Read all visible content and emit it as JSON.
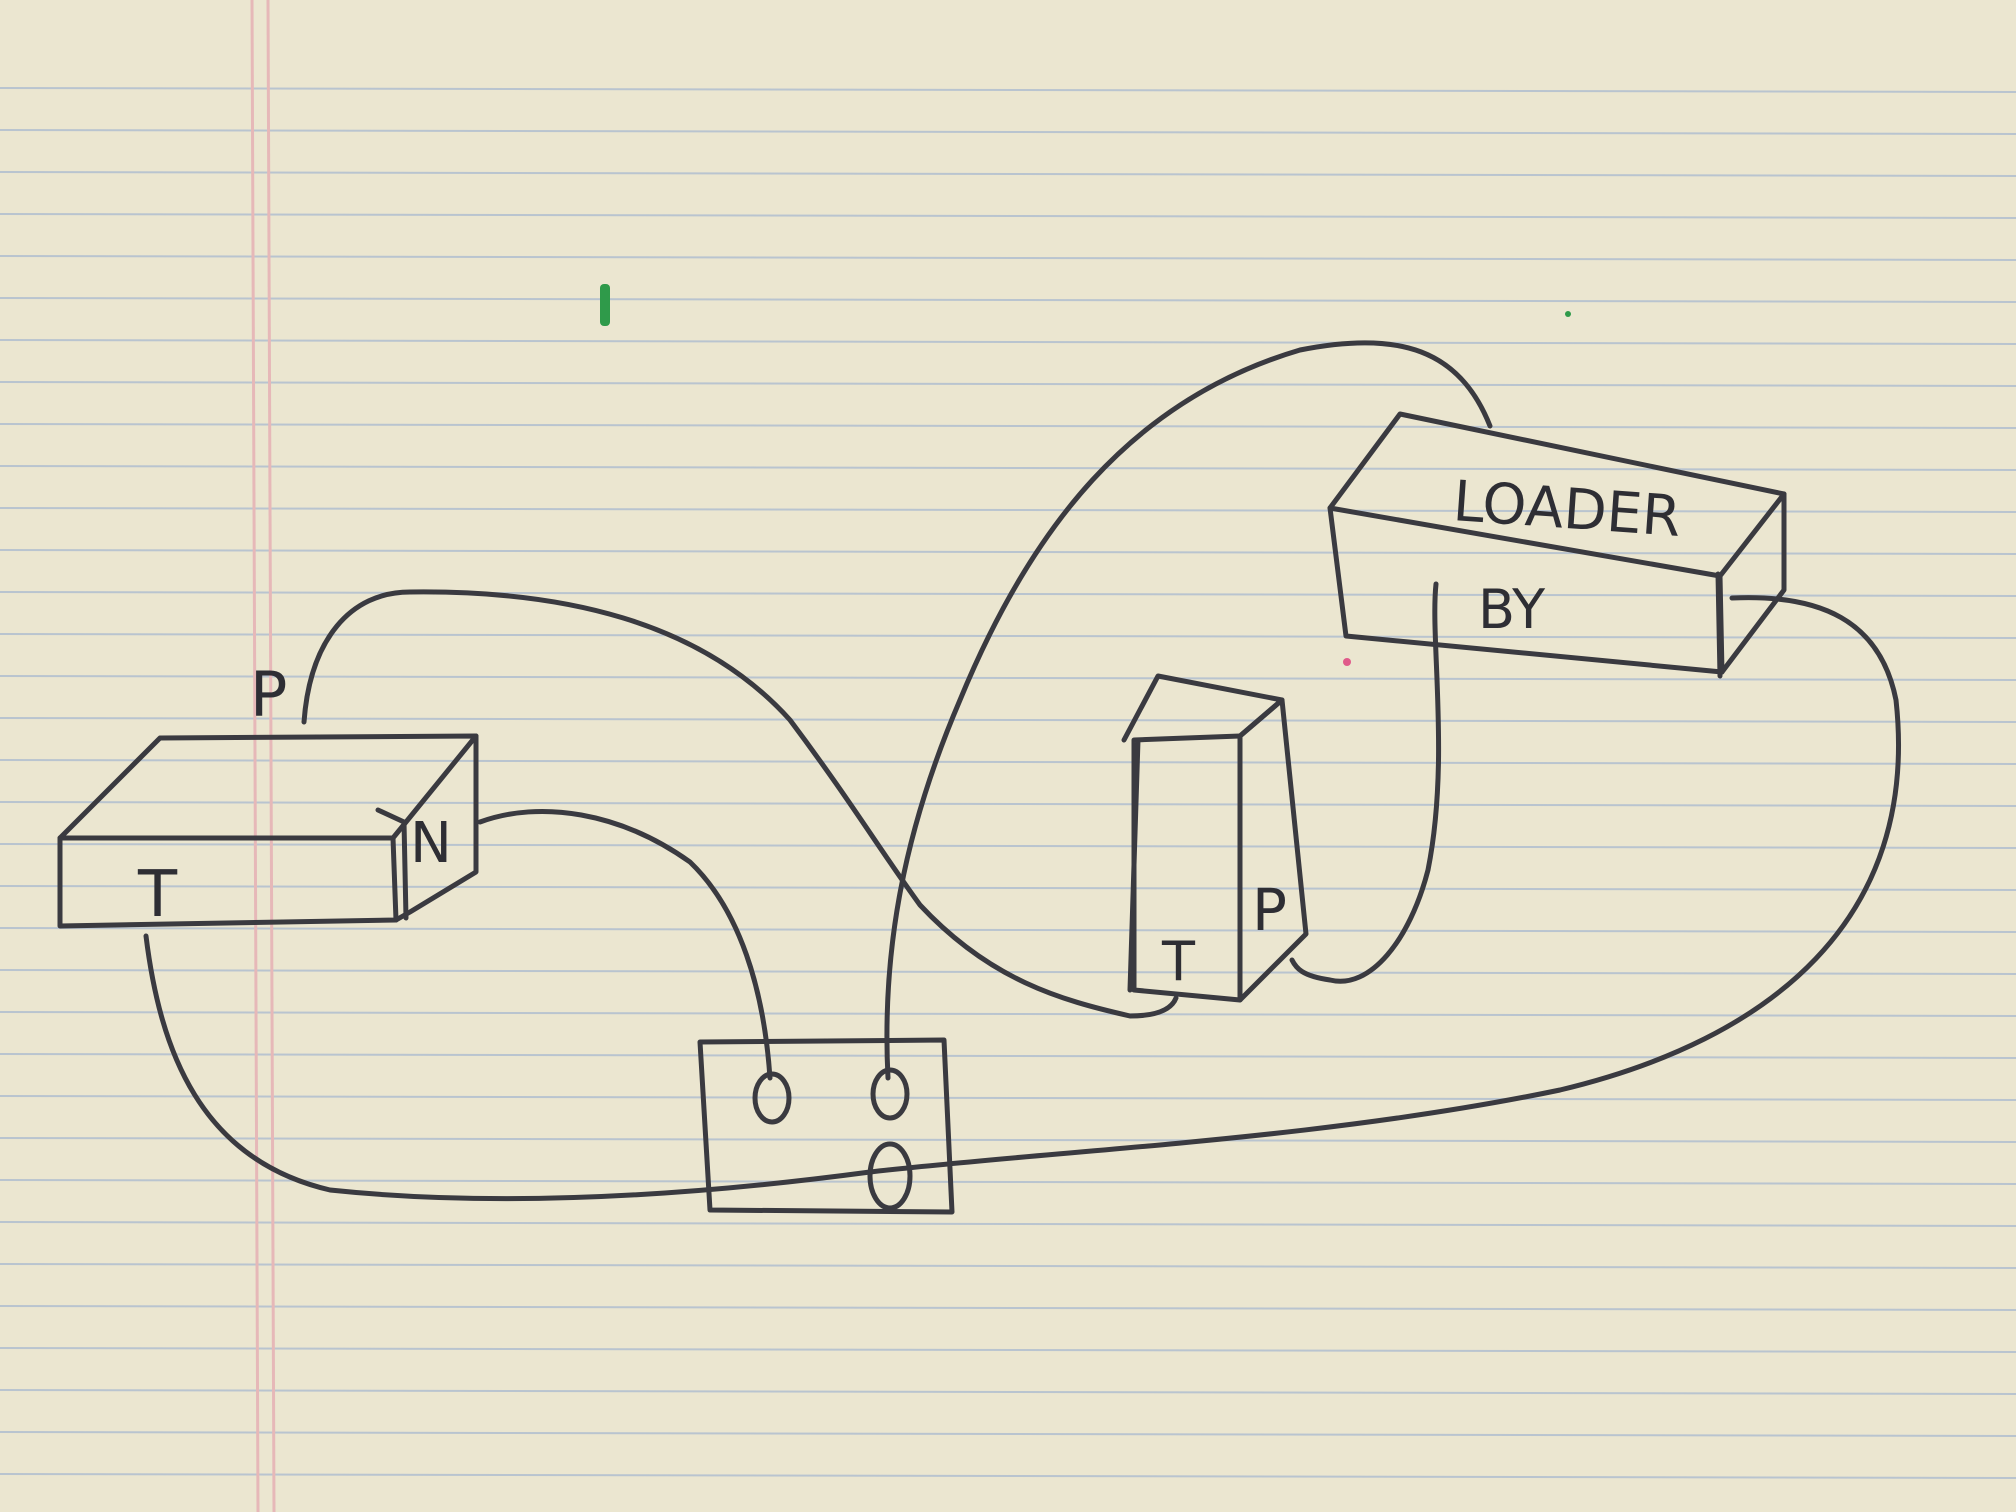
{
  "colors": {
    "paper": "#ebe6d0",
    "rule_line": "#b9c4cf",
    "margin_line": "#e6b8b8",
    "ink": "#3a3a40",
    "green_mark": "#2f9a4a",
    "pink_mark": "#e05a8a"
  },
  "left_box": {
    "top_label": "P",
    "front_label": "T",
    "side_label": "N"
  },
  "middle_box": {
    "front_label": "T",
    "side_label": "P"
  },
  "loader_box": {
    "top_label": "LOADER",
    "front_label": "BY"
  }
}
